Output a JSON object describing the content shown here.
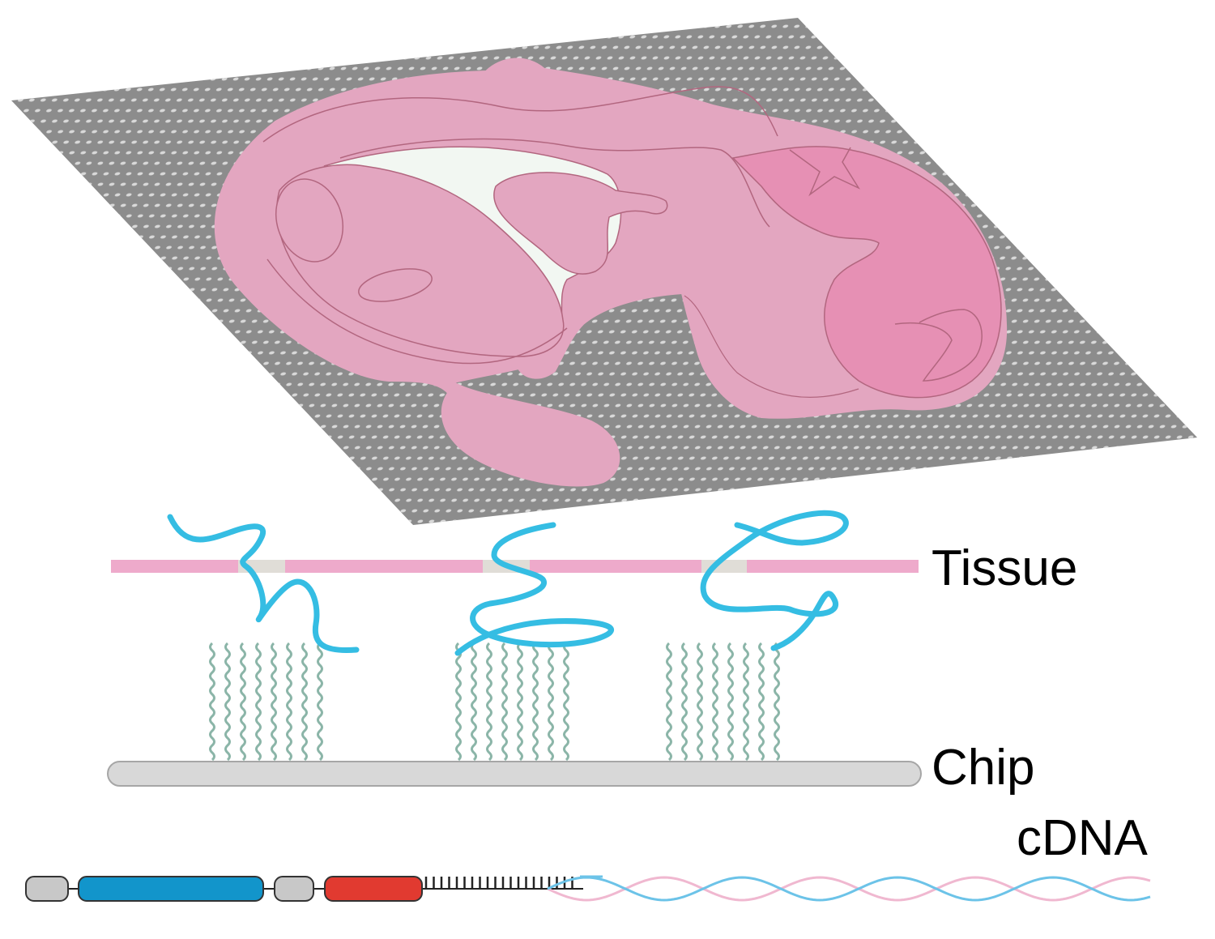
{
  "labels": {
    "tissue": "Tissue",
    "chip": "Chip",
    "cdna": "cDNA"
  },
  "colors": {
    "chip_surface": "#8c8c8c",
    "chip_dots": "#d9d9d9",
    "tissue_fill": "#e3a6c0",
    "tissue_outline": "#b2667f",
    "tissue_dark": "#e690b4",
    "cavity": "#f2f7f2",
    "rna_strand": "#35bde3",
    "tissue_band": "#eeaacb",
    "tissue_gap": "#e0ddd7",
    "probes": "#8bb5a8",
    "chip_bar": "#d8d8d8",
    "construct_gray": "#c8c8c8",
    "construct_blue": "#1295cb",
    "construct_red": "#e13a30",
    "cdna_pink": "#f0b8d0",
    "cdna_blue": "#6cc3e8"
  },
  "icons": [
    "embryo-section-icon",
    "capture-chip-icon",
    "mrna-strand-icon",
    "probe-cluster-icon",
    "cdna-construct-icon"
  ]
}
